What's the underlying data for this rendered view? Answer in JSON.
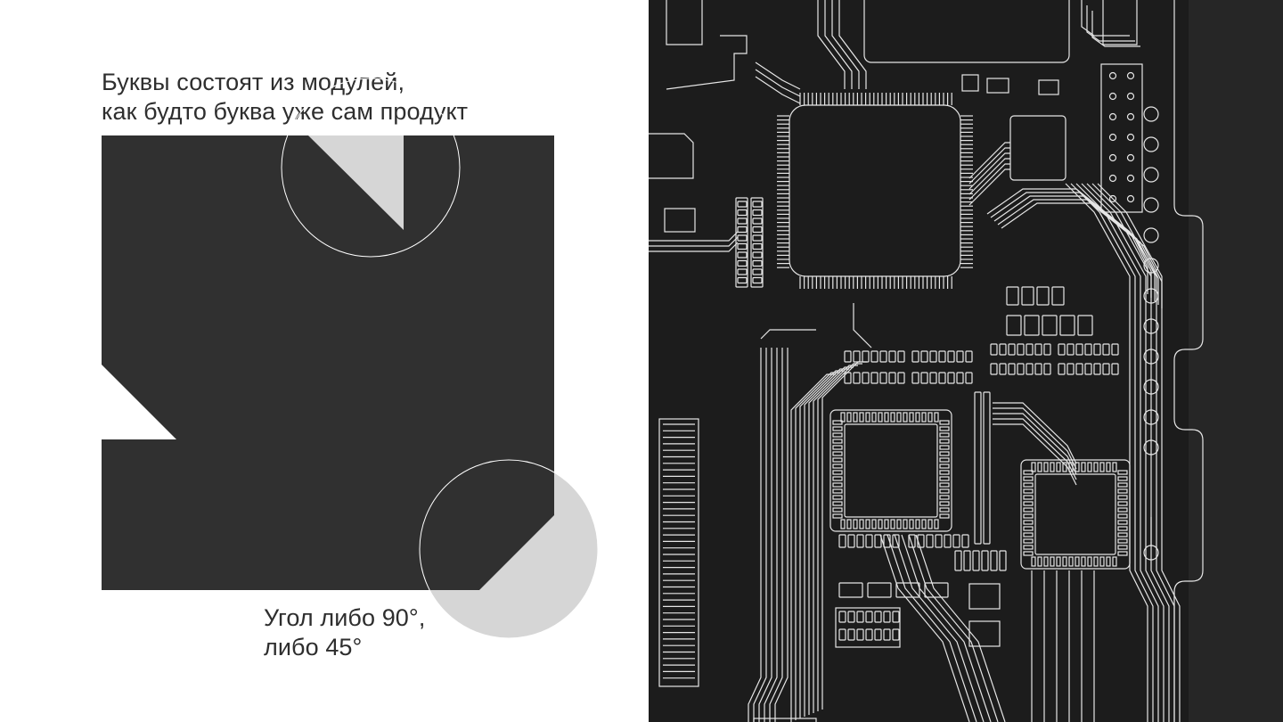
{
  "slide": {
    "caption_top": [
      "Буквы состоят из модулей,",
      "как будто буква уже сам продукт"
    ],
    "caption_bottom": [
      "Угол либо 90°,",
      "либо 45°"
    ]
  },
  "colors": {
    "background": "#ffffff",
    "shape_dark": "#303030",
    "highlight_gray": "#d6d6d6",
    "text": "#2e2e2e",
    "pcb_background": "#1c1c1c",
    "pcb_lines": "#e6e6e6",
    "pcb_edge_strip": "#262626"
  },
  "illustration": {
    "left": "modular-letter-shape",
    "right": "circuit-board-pattern"
  }
}
